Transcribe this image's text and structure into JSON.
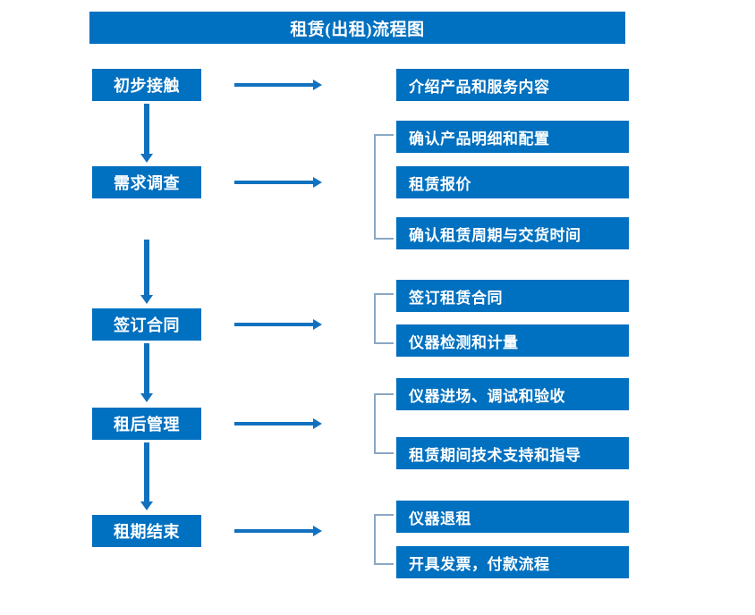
{
  "diagram": {
    "title": "租赁(出租)流程图",
    "colors": {
      "box_fill": "#0070c0",
      "box_text": "#ffffff",
      "arrow": "#1271bf",
      "bracket": "#8aa7c4",
      "background": "#ffffff"
    },
    "stages": [
      {
        "id": "stage-1",
        "label": "初步接触",
        "details": [
          "介绍产品和服务内容"
        ],
        "has_bracket": false
      },
      {
        "id": "stage-2",
        "label": "需求调查",
        "details": [
          "确认产品明细和配置",
          "租赁报价",
          "确认租赁周期与交货时间"
        ],
        "has_bracket": true
      },
      {
        "id": "stage-3",
        "label": "签订合同",
        "details": [
          "签订租赁合同",
          "仪器检测和计量"
        ],
        "has_bracket": true
      },
      {
        "id": "stage-4",
        "label": "租后管理",
        "details": [
          "仪器进场、调试和验收",
          "租赁期间技术支持和指导"
        ],
        "has_bracket": true
      },
      {
        "id": "stage-5",
        "label": "租期结束",
        "details": [
          "仪器退租",
          "开具发票，付款流程"
        ],
        "has_bracket": true
      }
    ],
    "connectors": {
      "vertical_arrow_count": 4,
      "horizontal_arrow_count": 5
    }
  }
}
